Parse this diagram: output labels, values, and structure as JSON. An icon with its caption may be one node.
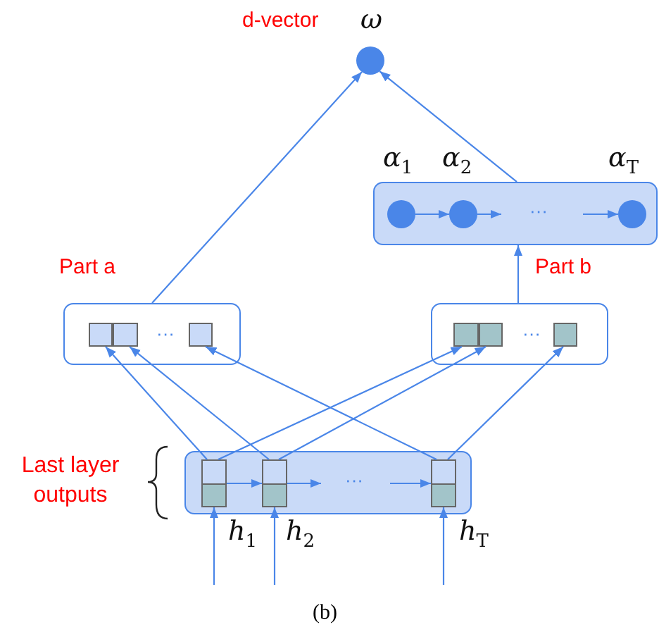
{
  "diagram": {
    "caption": "(b)",
    "nodes": [
      {
        "text": [],
        "shape": "circle",
        "beside": [
          "d-vector",
          "ω"
        ]
      },
      {
        "text": [],
        "shape": "box"
      },
      {
        "text": [],
        "shape": "circle",
        "in": 1,
        "beside": [
          "α$_{1}$"
        ]
      },
      {
        "text": [],
        "shape": "circle",
        "in": 1,
        "beside": [
          "α$_{2}$"
        ]
      },
      {
        "text": [],
        "shape": "circle",
        "in": 1,
        "beside": [
          "α$_{T}$"
        ]
      },
      {
        "text": [],
        "shape": "box",
        "beside": [
          "Part a"
        ]
      },
      {
        "text": [],
        "shape": "box",
        "in": 5
      },
      {
        "text": [],
        "shape": "box",
        "in": 5
      },
      {
        "text": [],
        "shape": "box",
        "in": 5
      },
      {
        "text": [],
        "shape": "box",
        "beside": [
          "Part b"
        ]
      },
      {
        "text": [],
        "shape": "box",
        "in": 9
      },
      {
        "text": [],
        "shape": "box",
        "in": 9
      },
      {
        "text": [],
        "shape": "box",
        "in": 9
      },
      {
        "text": [],
        "shape": "box",
        "beside": [
          "Last layer outputs"
        ]
      },
      {
        "text": [],
        "shape": "box",
        "in": 13,
        "beside": [
          "h$_{1}$"
        ]
      },
      {
        "text": [],
        "shape": "box",
        "in": 13,
        "beside": [
          "h$_{2}$"
        ]
      },
      {
        "text": [],
        "shape": "box",
        "in": 13,
        "beside": [
          "h$_{T}$"
        ]
      }
    ],
    "edges": [
      {
        "from": 5,
        "to": 0,
        "arrow": "to"
      },
      {
        "from": 1,
        "to": 0,
        "arrow": "to"
      },
      {
        "from": 9,
        "to": 1,
        "arrow": "to"
      },
      {
        "from": 2,
        "to": 3,
        "arrow": "to"
      },
      {
        "from": 3,
        "to": null,
        "arrow": "to"
      },
      {
        "from": null,
        "to": 4,
        "arrow": "to"
      },
      {
        "from": 14,
        "to": 6,
        "arrow": "to"
      },
      {
        "from": 14,
        "to": 10,
        "arrow": "to"
      },
      {
        "from": 15,
        "to": 7,
        "arrow": "to"
      },
      {
        "from": 15,
        "to": 11,
        "arrow": "to"
      },
      {
        "from": 16,
        "to": 8,
        "arrow": "to"
      },
      {
        "from": 16,
        "to": 12,
        "arrow": "to"
      },
      {
        "from": 14,
        "to": 15,
        "arrow": "to"
      },
      {
        "from": 15,
        "to": null,
        "arrow": "to"
      },
      {
        "from": null,
        "to": 16,
        "arrow": "to"
      },
      {
        "from": null,
        "to": 14,
        "arrow": "to"
      },
      {
        "from": null,
        "to": 15,
        "arrow": "to"
      },
      {
        "from": null,
        "to": 16,
        "arrow": "to"
      }
    ],
    "labels": [
      "···",
      "···",
      "···",
      "···"
    ]
  }
}
